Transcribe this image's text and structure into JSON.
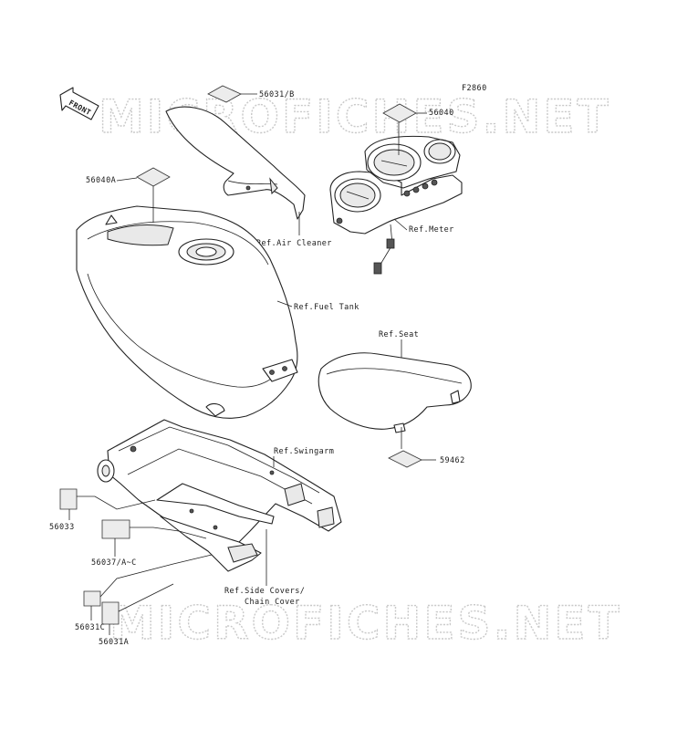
{
  "figure_code": "F2860",
  "front_label": "FRONT",
  "watermark": [
    "MICROFICHES.NET",
    "MICROFICHES.NET"
  ],
  "labels": {
    "p56031b": "56031/B",
    "p56040": "56040",
    "p56040a": "56040A",
    "ref_air_cleaner": "Ref.Air Cleaner",
    "ref_meter": "Ref.Meter",
    "ref_fuel_tank": "Ref.Fuel Tank",
    "ref_seat": "Ref.Seat",
    "p59462": "59462",
    "ref_swingarm": "Ref.Swingarm",
    "p56033": "56033",
    "p56037": "56037/A~C",
    "ref_side_covers_1": "Ref.Side Covers/",
    "ref_side_covers_2": "Chain Cover",
    "p56031c": "56031C",
    "p56031a": "56031A"
  }
}
